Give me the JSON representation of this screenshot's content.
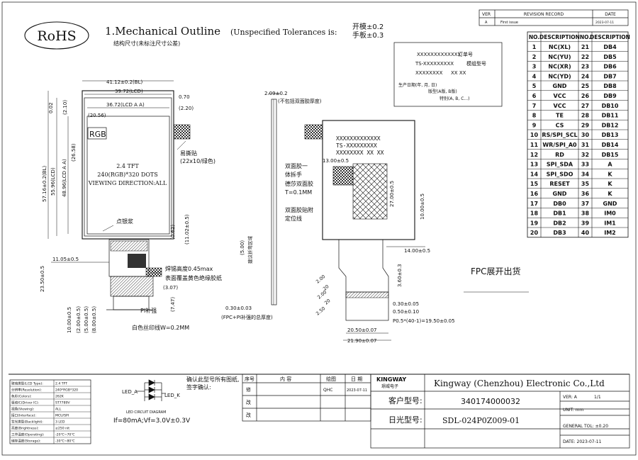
{
  "header": {
    "rohs": "RoHS",
    "title": "1.Mechanical Outline",
    "title_sub": "(Unspecified Tolerances is:",
    "tol_1": "开模±0.2",
    "tol_2": "手板±0.3",
    "note_cn": "结构尺寸(未标注尺寸公差)"
  },
  "revision": {
    "h_ver": "VER",
    "h_record": "REVISION RECORD",
    "h_date": "DATE",
    "ver": "A",
    "record": "First issue",
    "date": "2023-07-11"
  },
  "front": {
    "w_bl": "41.12±0.2(BL)",
    "w_lcd": "39.72(LCD)",
    "w_aa": "36.72(LCD A A)",
    "d_070": "0.70",
    "d_220": "(2.20)",
    "d_2056": "(20.56)",
    "d_002": "0.02",
    "d_210": "(2.10)",
    "d_2658": "(26.58)",
    "h_bl": "57.16±0.2(BL)",
    "h_lcd": "55.96(LCD)",
    "h_aa": "48.96(LCD A A)",
    "rgb": "RGB",
    "line1": "2.4 TFT",
    "line2": "240(RGB)*320 DOTS",
    "line3": "VIEWING DIRECTION:ALL",
    "silver": "点银浆",
    "tear": "易撕贴",
    "tear2": "(22x10/绿色)",
    "d_062": "(0.62)",
    "d_1102": "(11.02±0.5)",
    "d_1105": "11.05±0.5",
    "d_2350": "23.50±0.5",
    "solder": "焊锡高度0.45max",
    "tape": "表面覆盖黄色绝缘胶纸",
    "d_307": "(3.07)",
    "pi": "PI补强",
    "d_747": "(7.47)",
    "silk": "白色丝印线W=0.2MM",
    "d_1000": "10.00±0.5",
    "d_2": "(2.00±0.5)",
    "d_5": "(5.00±0.5)",
    "d_8": "(8.00±0.5)"
  },
  "side": {
    "thick": "2.09±0.2",
    "note": "(不包括双面胶厚度)",
    "bend": "(5.00)",
    "bend_note": "建议折弯区域",
    "fpc_t": "0.30±0.03",
    "fpc_note": "(FPC+PI补强的总厚度)"
  },
  "back": {
    "code1": "XXXXXXXXXXXXX",
    "code2": "TS-XXXXXXXXX",
    "code3": "XXXXXXXX",
    "code3b": "XX XX",
    "lbl_order": "订单号",
    "lbl_model": "模组型号",
    "lbl_date": "生产日期(年, 月, 日)",
    "lbl_version": "版型(A版, B版)",
    "lbl_special": "特别(A, B, C...)",
    "label_on_panel1": "XXXXXXXXXXXXX",
    "label_on_panel2": "TS-XXXXXXXXX",
    "label_on_panel3": "XXXXXXXX  XX  XX",
    "d_1300": "13.00±0.5",
    "tape_hand1": "双面胶一",
    "tape_hand2": "体拆手",
    "tesa1": "德莎双面胶",
    "tesa2": "T=0.1MM",
    "pos1": "双面胶贴附",
    "pos2": "定位线",
    "d_2700": "27.00±0.5",
    "d_1000": "10.00±0.5",
    "d_1400": "14.00±0.5",
    "d_360": "3.60±0.3",
    "d_030": "0.30±0.05",
    "d_050": "0.50±0.10",
    "pitch": "P0.5*(40-1)=19.50±0.05",
    "d_2050": "20.50±0.07",
    "d_2190": "21.90±0.07",
    "fpc_ship": "FPC展开出货",
    "ang": [
      "2.00",
      "20",
      "2.00",
      "20",
      "2.50"
    ]
  },
  "pins": {
    "headers": [
      "NO.",
      "DESCRIPTION",
      "NO.",
      "DESCRIPTION"
    ],
    "rows": [
      [
        "1",
        "NC(XL)",
        "21",
        "DB4"
      ],
      [
        "2",
        "NC(YU)",
        "22",
        "DB5"
      ],
      [
        "3",
        "NC(XR)",
        "23",
        "DB6"
      ],
      [
        "4",
        "NC(YD)",
        "24",
        "DB7"
      ],
      [
        "5",
        "GND",
        "25",
        "DB8"
      ],
      [
        "6",
        "VCC",
        "26",
        "DB9"
      ],
      [
        "7",
        "VCC",
        "27",
        "DB10"
      ],
      [
        "8",
        "TE",
        "28",
        "DB11"
      ],
      [
        "9",
        "CS",
        "29",
        "DB12"
      ],
      [
        "10",
        "RS/SPI_SCL",
        "30",
        "DB13"
      ],
      [
        "11",
        "WR/SPI_A0",
        "31",
        "DB14"
      ],
      [
        "12",
        "RD",
        "32",
        "DB15"
      ],
      [
        "13",
        "SPI_SDA",
        "33",
        "A"
      ],
      [
        "14",
        "SPI_SDO",
        "34",
        "K"
      ],
      [
        "15",
        "RESET",
        "35",
        "K"
      ],
      [
        "16",
        "GND",
        "36",
        "K"
      ],
      [
        "17",
        "DB0",
        "37",
        "GND"
      ],
      [
        "18",
        "DB1",
        "38",
        "IM0"
      ],
      [
        "19",
        "DB2",
        "39",
        "IM1"
      ],
      [
        "20",
        "DB3",
        "40",
        "IM2"
      ]
    ]
  },
  "specs": {
    "rows": [
      [
        "玻璃类型(LCD Type):",
        "2.4 TFT"
      ],
      [
        "分辨率(Resolution):",
        "240*RGB*320"
      ],
      [
        "色彩(Colors):",
        "262K"
      ],
      [
        "驱动IC(Driver IC):",
        "ST7789V"
      ],
      [
        "视角(Viewing):",
        "ALL"
      ],
      [
        "接口(Interface):",
        "MCU/SPI"
      ],
      [
        "背光类型(Backlight):",
        "3 LED"
      ],
      [
        "亮度(Brightness):",
        "≥250 nit"
      ],
      [
        "工作温度(Operating):",
        "-20℃~70℃"
      ],
      [
        "储存温度(Storage):",
        "-30℃~80℃"
      ]
    ]
  },
  "circuit": {
    "led_a": "LED_A",
    "led_k": "LED_K",
    "title": "LED CIRCUIT DIAGRAM",
    "formula": "If=80mA;Vf=3.0V±0.3V"
  },
  "approval": {
    "confirm": "确认此型号所有图纸,",
    "sign": "签字确认:",
    "h_seq": "序号",
    "h_content": "内 容",
    "h_drawn": "绘图",
    "h_date": "日 期",
    "r1": "修",
    "r2": "改",
    "r3": "改",
    "drawn": "QHC",
    "date": "2023-07-11"
  },
  "titleblock": {
    "brand": "KINGWAY",
    "brand_cn": "璟威电子",
    "company": "Kingway (Chenzhou) Electronic Co.,Ltd",
    "cust_label": "客户型号:",
    "cust_value": "340174000032",
    "own_label": "日光型号:",
    "own_value": "SDL-024P0Z009-01",
    "ver_label": "VER: A",
    "page": "1/1",
    "unit": "UNIT: mm",
    "tol": "GENERAL TOL: ±0.20",
    "date": "DATE: 2023-07-11"
  }
}
